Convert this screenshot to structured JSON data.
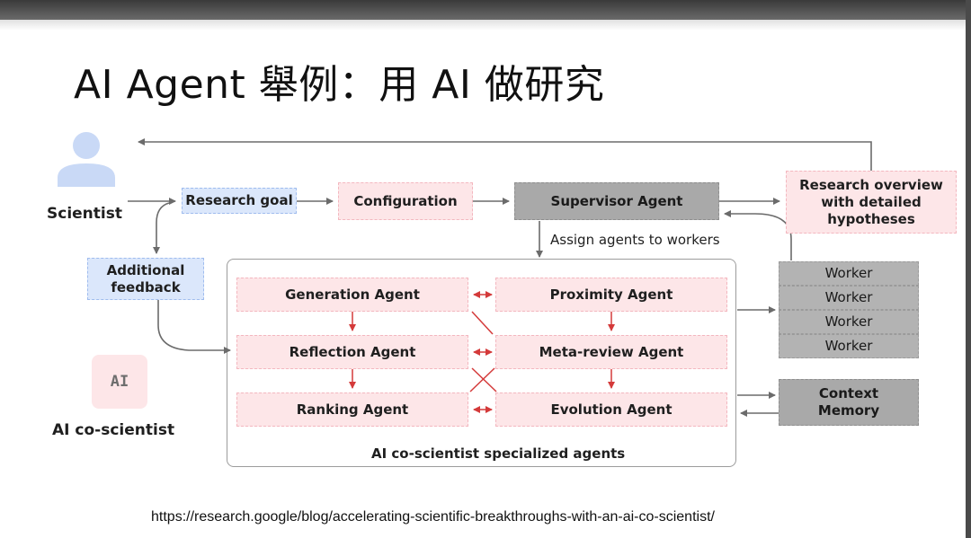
{
  "slide": {
    "title": "AI Agent 舉例：用 AI 做研究",
    "url": "https://research.google/blog/accelerating-scientific-breakthroughs-with-an-ai-co-scientist/"
  },
  "diagram": {
    "scientist_label": "Scientist",
    "research_goal": "Research goal",
    "configuration": "Configuration",
    "supervisor_agent": "Supervisor Agent",
    "research_overview": "Research overview with detailed hypotheses",
    "additional_feedback": "Additional feedback",
    "assign_label": "Assign agents to workers",
    "agents": {
      "generation": "Generation Agent",
      "proximity": "Proximity  Agent",
      "reflection": "Reflection Agent",
      "meta_review": "Meta-review Agent",
      "ranking": "Ranking Agent",
      "evolution": "Evolution Agent"
    },
    "container_label": "AI co-scientist specialized agents",
    "workers": [
      "Worker",
      "Worker",
      "Worker",
      "Worker"
    ],
    "context_memory": "Context Memory",
    "ai_badge": "AI",
    "ai_co_scientist_label": "AI co-scientist"
  },
  "colors": {
    "pink_fill": "#fde6e8",
    "blue_fill": "#dbe7fb",
    "gray_fill": "#a9a9a9",
    "red_arrow": "#d43a3a",
    "gray_arrow": "#6b6b6b",
    "person_icon": "#c9d9f6"
  },
  "icons": {
    "scientist": "person-icon"
  }
}
